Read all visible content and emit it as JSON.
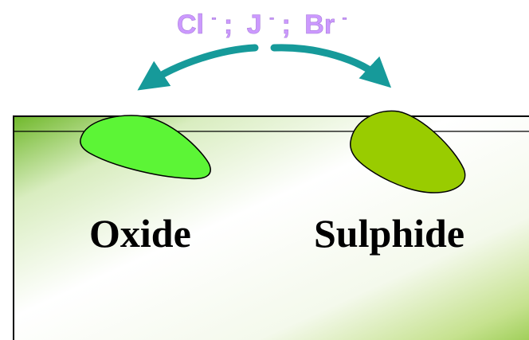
{
  "ions": {
    "part1": "Cl",
    "sup1": "-",
    "sep1": ";",
    "part2": "J",
    "sup2": "-",
    "sep2": ";",
    "part3": "Br",
    "sup3": "-"
  },
  "labels": {
    "left": "Oxide",
    "right": "Sulphide"
  },
  "colors": {
    "ion_text": "#cc99ff",
    "arrow": "#169a9a",
    "oxide_particle": "#5cf536",
    "sulphide_particle": "#99cc00",
    "substrate_green": "#8dc63f",
    "outline": "#000000"
  }
}
